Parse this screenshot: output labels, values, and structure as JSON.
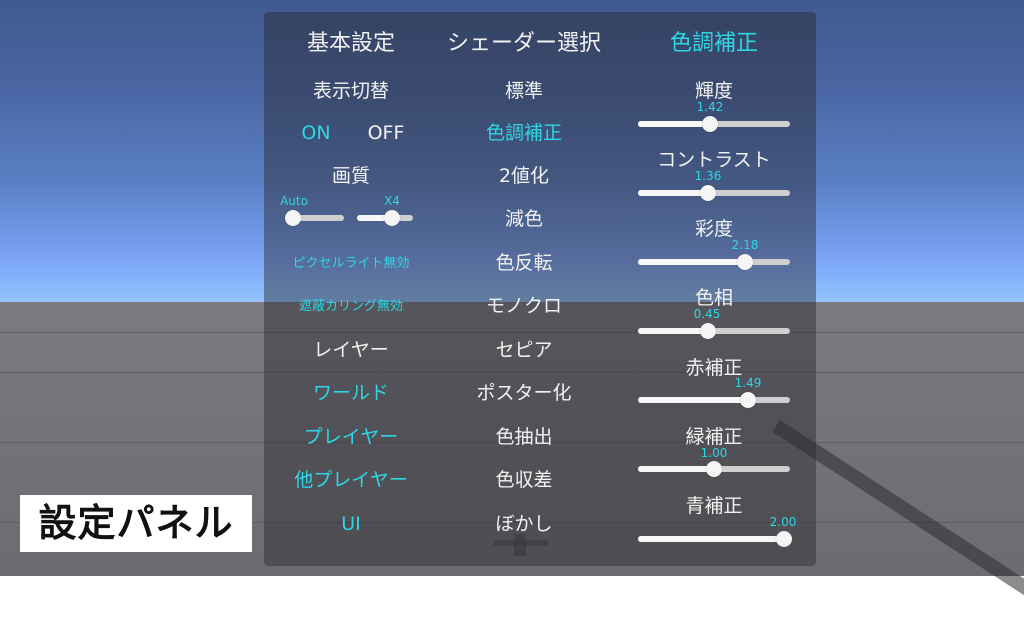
{
  "panel_label": "設定パネル",
  "tabs": [
    {
      "label": "基本設定",
      "active": false
    },
    {
      "label": "シェーダー選択",
      "active": false
    },
    {
      "label": "色調補正",
      "active": true
    }
  ],
  "basic": {
    "display_toggle": {
      "label": "表示切替",
      "on": "ON",
      "off": "OFF",
      "selected": "ON"
    },
    "quality": {
      "label": "画質",
      "slider1_label": "Auto",
      "slider2_label": "X4"
    },
    "pixel_light": "ピクセルライト無効",
    "occlusion_culling": "遮蔽カリング無効",
    "layer": {
      "label": "レイヤー",
      "items": [
        "ワールド",
        "プレイヤー",
        "他プレイヤー",
        "UI"
      ]
    }
  },
  "shaders": [
    {
      "label": "標準",
      "active": false
    },
    {
      "label": "色調補正",
      "active": true
    },
    {
      "label": "2値化",
      "active": false
    },
    {
      "label": "減色",
      "active": false
    },
    {
      "label": "色反転",
      "active": false
    },
    {
      "label": "モノクロ",
      "active": false
    },
    {
      "label": "セピア",
      "active": false
    },
    {
      "label": "ポスター化",
      "active": false
    },
    {
      "label": "色抽出",
      "active": false
    },
    {
      "label": "色収差",
      "active": false
    },
    {
      "label": "ぼかし",
      "active": false
    }
  ],
  "color_adjust": [
    {
      "label": "輝度",
      "value": "1.42",
      "pct": 48
    },
    {
      "label": "コントラスト",
      "value": "1.36",
      "pct": 46
    },
    {
      "label": "彩度",
      "value": "2.18",
      "pct": 71
    },
    {
      "label": "色相",
      "value": "0.45",
      "pct": 46
    },
    {
      "label": "赤補正",
      "value": "1.49",
      "pct": 73
    },
    {
      "label": "緑補正",
      "value": "1.00",
      "pct": 50
    },
    {
      "label": "青補正",
      "value": "2.00",
      "pct": 100
    }
  ],
  "colors": {
    "accent": "#2ed6e6",
    "text": "#f2f2f2"
  }
}
